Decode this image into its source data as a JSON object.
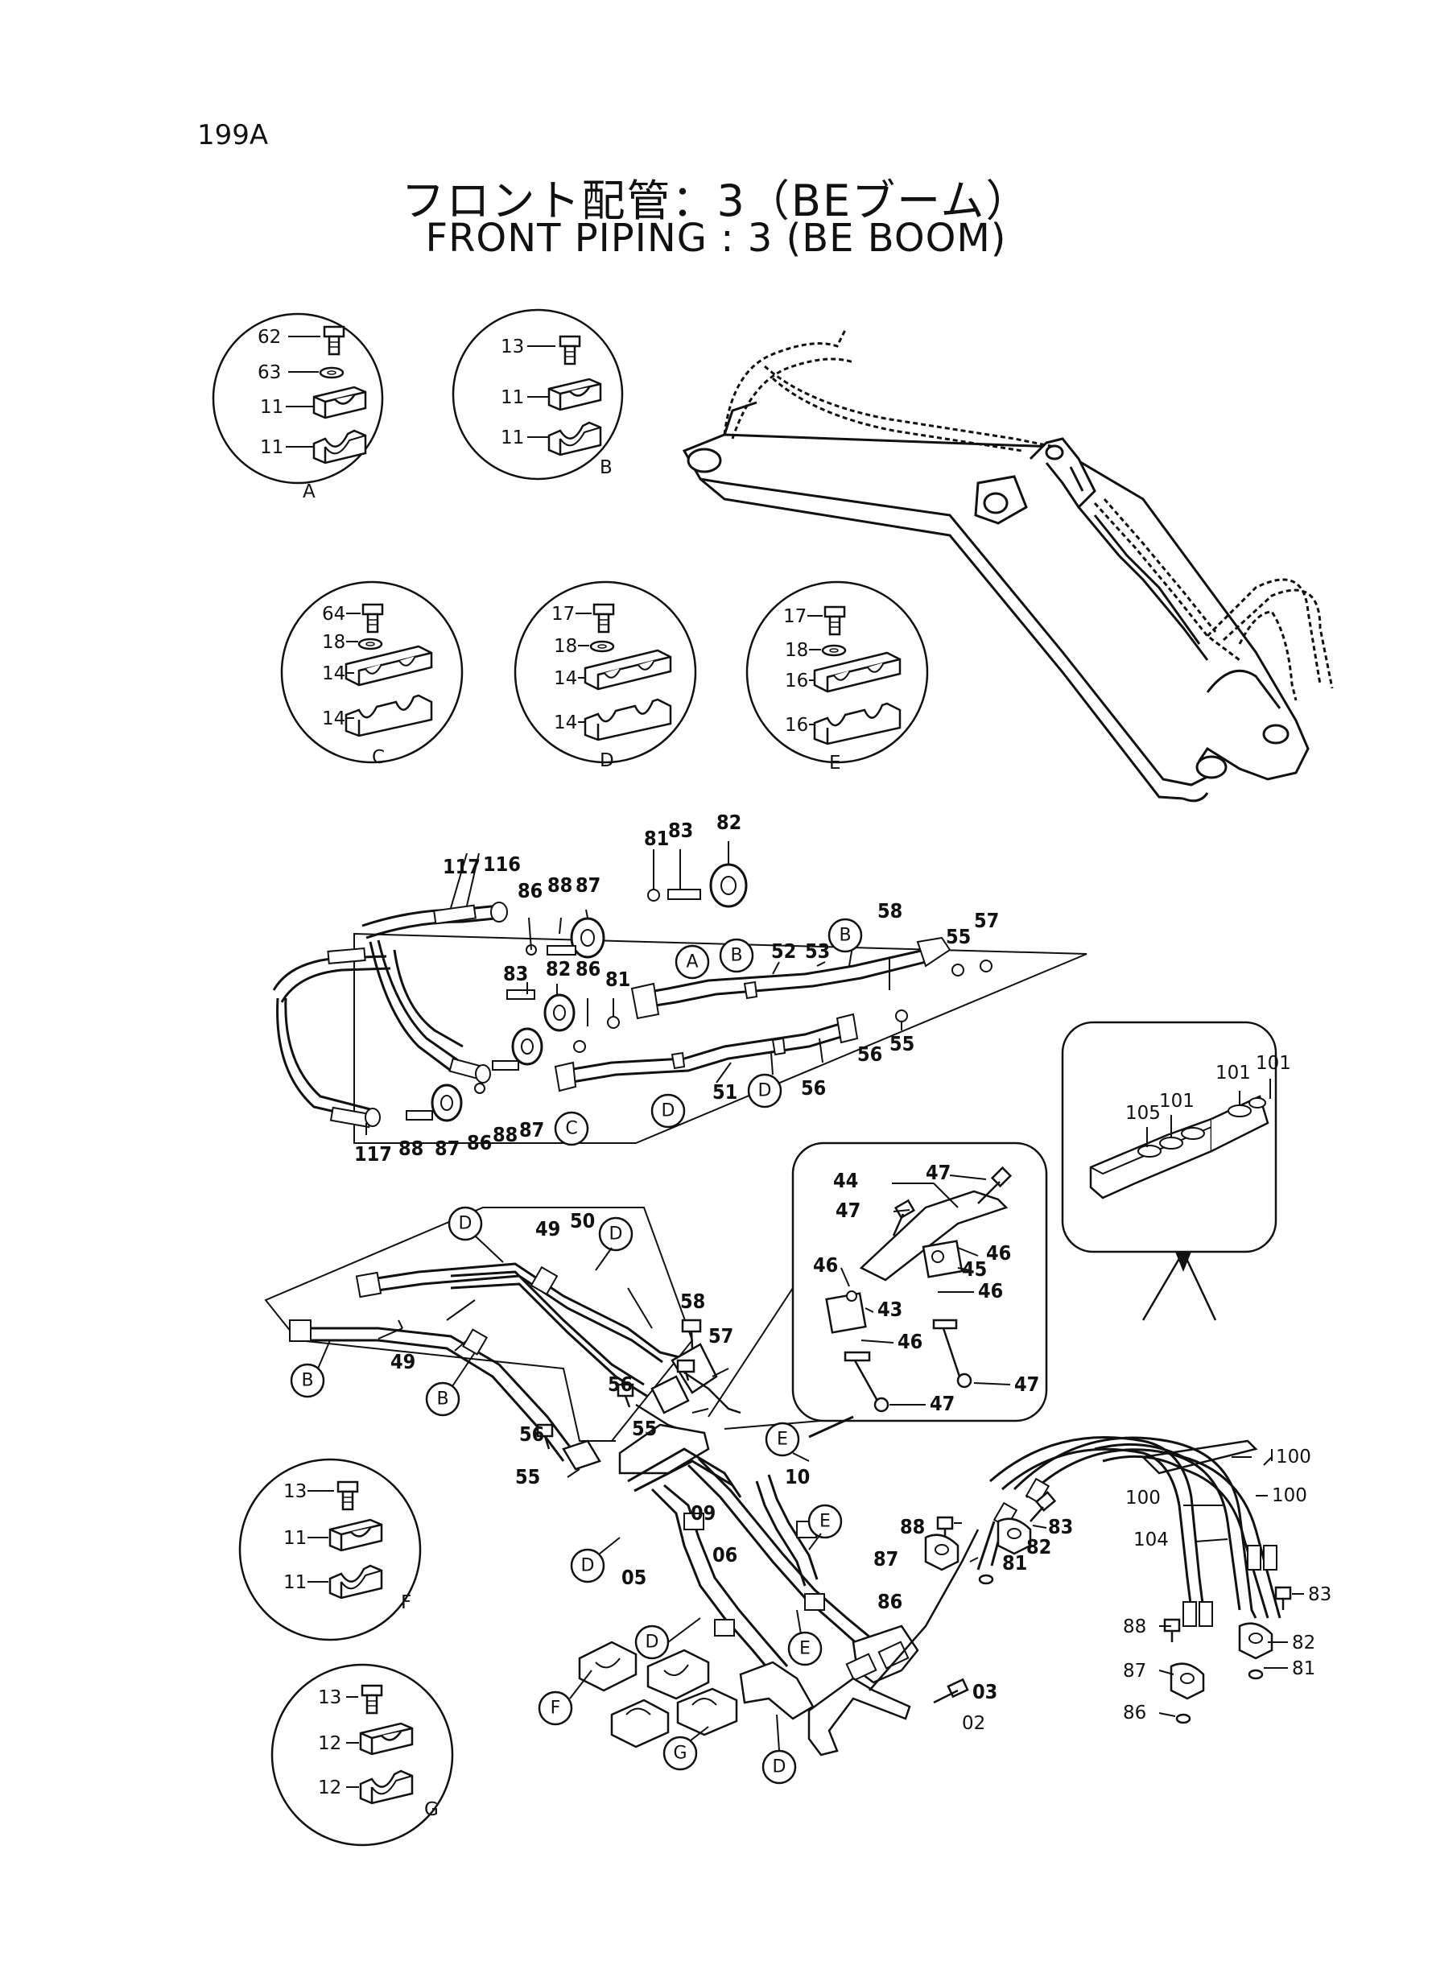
{
  "page_number": "199A",
  "title_jp": "フロント配管：3（BEブーム）",
  "title_en": "FRONT  PIPING : 3  (BE  BOOM)",
  "detail_circles": [
    {
      "id": "A",
      "labels": [
        "62",
        "63",
        "11",
        "11"
      ]
    },
    {
      "id": "B",
      "labels": [
        "13",
        "11",
        "11"
      ]
    },
    {
      "id": "C",
      "labels": [
        "64",
        "18",
        "14",
        "14"
      ]
    },
    {
      "id": "D",
      "labels": [
        "17",
        "18",
        "14",
        "14"
      ]
    },
    {
      "id": "E",
      "labels": [
        "17",
        "18",
        "16",
        "16"
      ]
    },
    {
      "id": "F",
      "labels": [
        "13",
        "11",
        "11"
      ]
    },
    {
      "id": "G",
      "labels": [
        "13",
        "12",
        "12"
      ]
    }
  ],
  "upper_assembly": {
    "labels": [
      "81",
      "83",
      "82",
      "117",
      "116",
      "86",
      "88",
      "87",
      "58",
      "55",
      "57",
      "83",
      "82",
      "86",
      "81",
      "52",
      "53",
      "56",
      "55",
      "51",
      "56",
      "117",
      "88",
      "87",
      "86",
      "88",
      "87"
    ],
    "bubbles": [
      "A",
      "B",
      "B",
      "D",
      "D",
      "C"
    ]
  },
  "lower_assembly": {
    "labels": [
      "49",
      "50",
      "49",
      "58",
      "57",
      "56",
      "55",
      "56",
      "55",
      "10",
      "09",
      "06",
      "05",
      "03",
      "02",
      "88",
      "87",
      "86",
      "83",
      "82",
      "81",
      "100",
      "100",
      "100",
      "104",
      "83",
      "88",
      "82",
      "87",
      "81",
      "86"
    ],
    "bubbles": [
      "D",
      "D",
      "B",
      "B",
      "E",
      "E",
      "D",
      "D",
      "E",
      "F",
      "G",
      "D"
    ]
  },
  "bracket_detail": {
    "labels": [
      "44",
      "47",
      "47",
      "46",
      "45",
      "46",
      "46",
      "43",
      "46",
      "47",
      "47"
    ]
  },
  "clamp_block_detail": {
    "labels": [
      "105",
      "101",
      "101",
      "101"
    ]
  }
}
